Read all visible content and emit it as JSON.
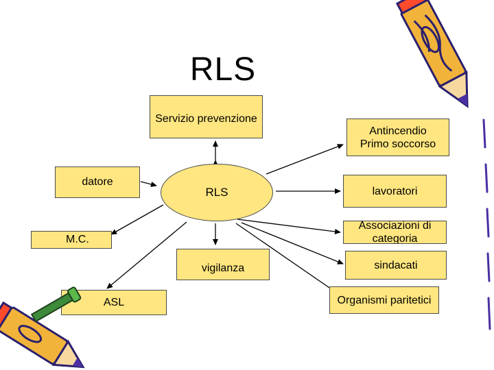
{
  "diagram": {
    "title": "RLS",
    "center": "RLS",
    "nodes": {
      "servizio_prevenzione": "Servizio prevenzione",
      "antincendio_line1": "Antincendio",
      "antincendio_line2": "Primo soccorso",
      "datore": "datore",
      "lavoratori": "lavoratori",
      "associazioni_line1": "Associazioni di",
      "associazioni_line2": "categoria",
      "mc": "M.C.",
      "vigilanza": "vigilanza",
      "sindacati": "sindacati",
      "asl": "ASL",
      "organismi": "Organismi paritetici"
    }
  },
  "colors": {
    "box_fill": "#ffe680",
    "pencil_body": "#f2b33a",
    "pencil_tip": "#4b2fa3",
    "pencil_eraser": "#ff4b2b"
  },
  "decorations": [
    "pencil-icon",
    "pencil-icon"
  ]
}
